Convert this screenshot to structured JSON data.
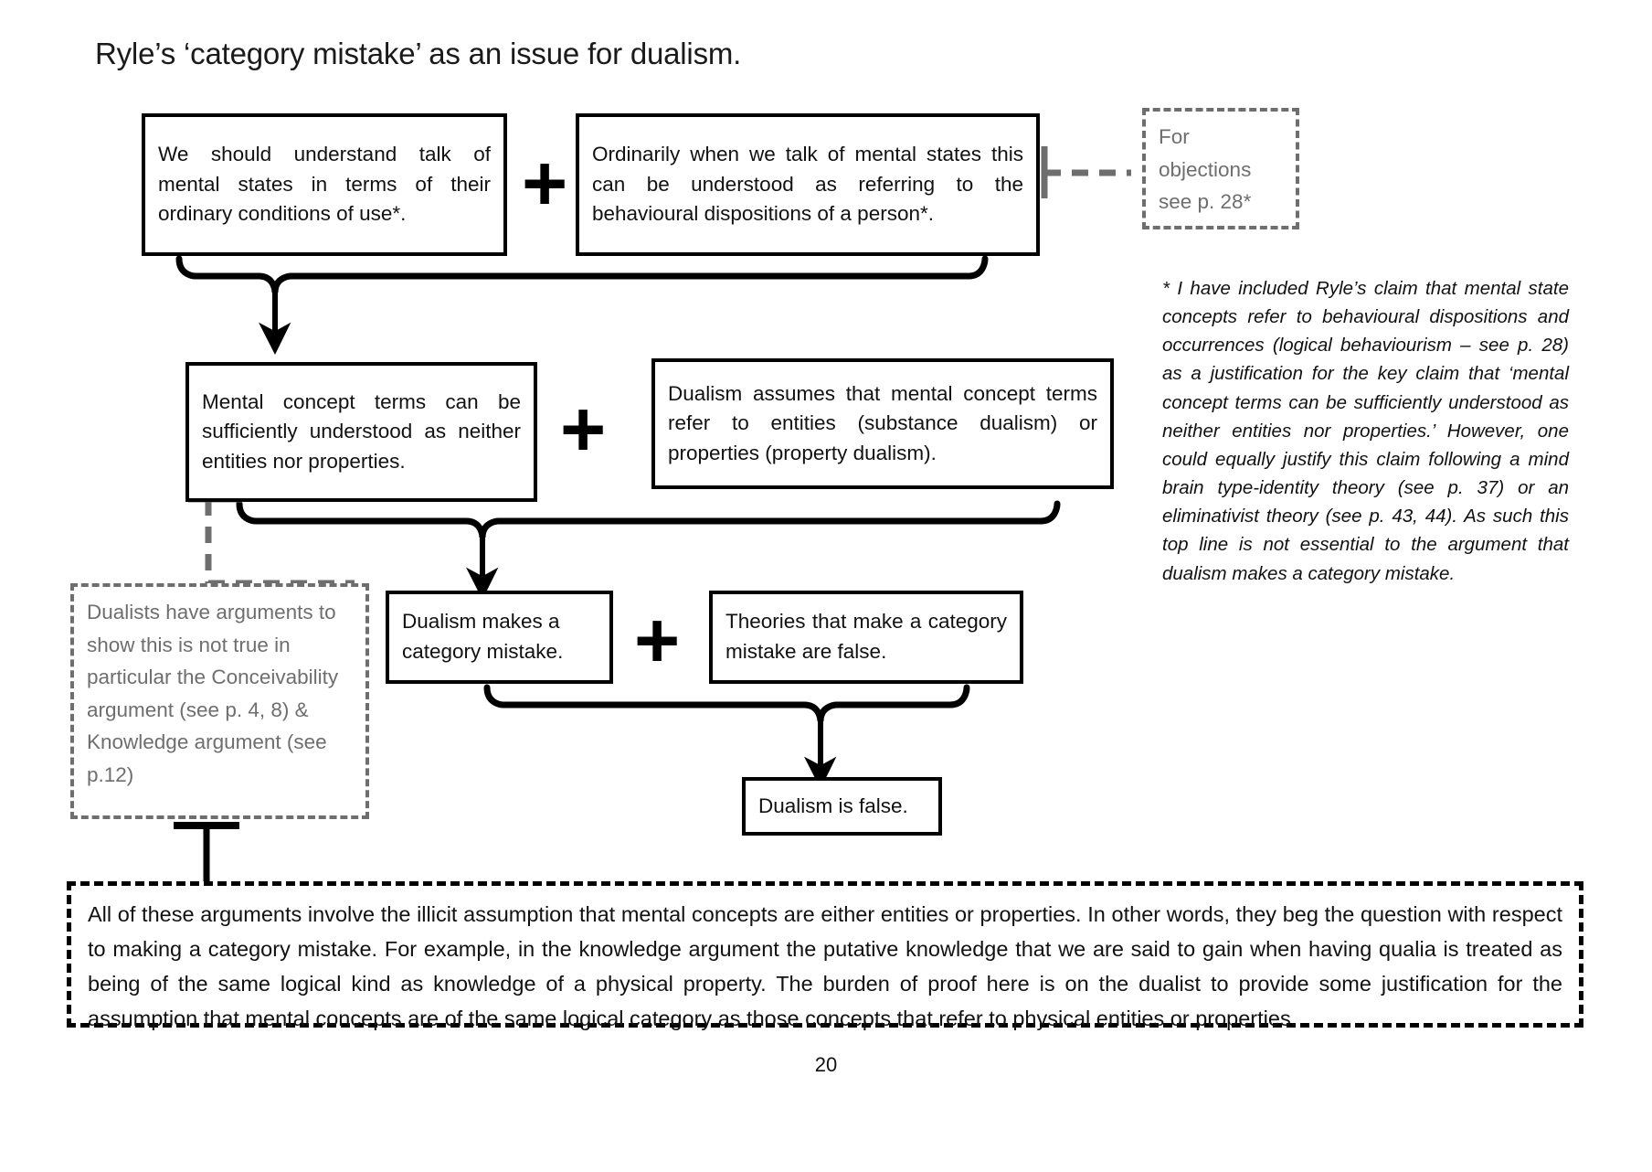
{
  "page": {
    "title": "Ryle’s ‘category mistake’ as an issue for dualism.",
    "page_number": "20",
    "accent_black": "#000000",
    "accent_gray": "#6e6e6e",
    "background": "#ffffff"
  },
  "boxes": {
    "premise1": "We should understand talk of mental states in terms of their ordinary conditions of use*.",
    "premise2": "Ordinarily when we talk of mental states this can be understood as referring to the behavioural dispositions of a person*.",
    "objections_note": "For objections see p. 28*",
    "conclusion1": "Mental concept terms can be sufficiently understood as neither entities nor properties.",
    "premise3": "Dualism assumes that mental concept terms refer to entities (substance dualism) or properties (property dualism).",
    "dualists_note": "Dualists have arguments to show this is not true in particular the Conceivability argument (see p. 4, 8) & Knowledge argument (see p.12)",
    "conclusion2": "Dualism makes a category mistake.",
    "premise4": "Theories that make a category mistake are false.",
    "conclusion3": "Dualism is false."
  },
  "operators": {
    "plus1": "+",
    "plus2": "+",
    "plus3": "+"
  },
  "footnote": {
    "text": "* I have included Ryle’s claim that mental state concepts refer to behavioural dispositions and occurrences (logical behaviourism – see p. 28) as a justification for the key claim that ‘mental concept terms can be sufficiently understood as neither entities nor properties.’ However, one could equally justify this claim following a mind brain type-identity theory (see p. 37) or an eliminativist theory (see p. 43, 44). As such this top line is not essential to the argument that dualism makes a category mistake."
  },
  "summary": {
    "text": "All of these arguments involve the illicit assumption that mental concepts are either entities or properties. In other words, they beg the question with respect to making a category mistake. For example, in the knowledge argument the putative knowledge that we are said to gain when having qualia is treated as being of the same logical kind as knowledge of a physical property. The burden of proof here is on the dualist to provide some justification for the assumption that mental concepts are of the same logical category as those concepts that refer to physical entities or properties."
  }
}
